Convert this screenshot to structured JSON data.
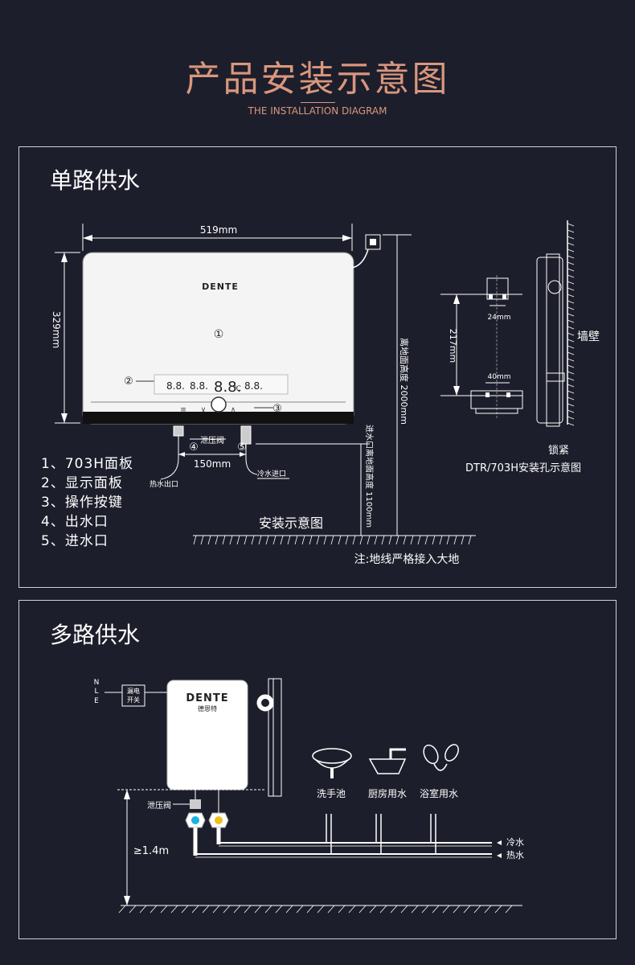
{
  "header": {
    "title": "产品安装示意图",
    "subtitle": "THE INSTALLATION DIAGRAM"
  },
  "single": {
    "title": "单路供水",
    "width_dim": "519mm",
    "height_dim": "329mm",
    "brand": "DENTE",
    "marker_1": "①",
    "marker_2": "②",
    "marker_3": "③",
    "marker_4": "④",
    "marker_5": "⑤",
    "display_digits": "8.8.",
    "display_unit": "℃",
    "relief_valve": "泄压阀",
    "pipe_gap": "150mm",
    "hot_outlet": "热水出口",
    "cold_inlet": "冷水进口",
    "ground_height": "离地面高度 2000mm",
    "inlet_height": "进水口离地面高度 1100mm",
    "install_caption": "安装示意图",
    "ground_note": "注:地线严格接入大地",
    "dim_24": "24mm",
    "dim_40": "40mm",
    "dim_217": "217mm",
    "wall_label": "墙壁",
    "lock_label": "锁紧",
    "hole_caption": "DTR/703H安装孔示意图",
    "legend": [
      "1、703H面板",
      "2、显示面板",
      "3、操作按键",
      "4、出水口",
      "5、进水口"
    ]
  },
  "multi": {
    "title": "多路供水",
    "brand": "DENTE",
    "brand_cn": "德恩特",
    "wires": [
      "N",
      "L",
      "E"
    ],
    "switch_label_1": "漏电",
    "switch_label_2": "开关",
    "relief_valve": "泄压阀",
    "height_mark": "≥1.4m",
    "fixtures": [
      "洗手池",
      "厨房用水",
      "浴室用水"
    ],
    "cold_water": "冷水",
    "hot_water": "热水"
  }
}
